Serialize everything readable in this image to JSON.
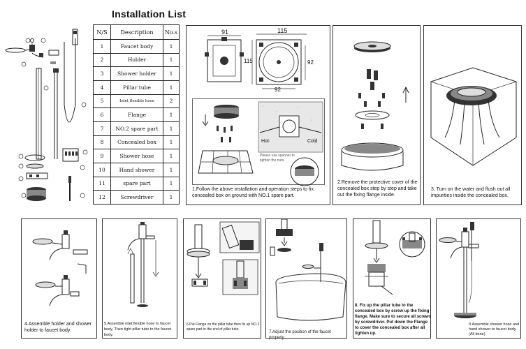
{
  "title": "Installation List",
  "table": {
    "headers": [
      "N/S",
      "Description",
      "No.s"
    ],
    "rows": [
      [
        "1",
        "Faucet body",
        "1"
      ],
      [
        "2",
        "Holder",
        "1"
      ],
      [
        "3",
        "Shower holder",
        "1"
      ],
      [
        "4",
        "Pillar tube",
        "1"
      ],
      [
        "5",
        "Inlet flexible hose",
        "2"
      ],
      [
        "6",
        "Flange",
        "1"
      ],
      [
        "7",
        "NO.2 spare part",
        "1"
      ],
      [
        "8",
        "Concealed box",
        "1"
      ],
      [
        "9",
        "Shower hose",
        "1"
      ],
      [
        "10",
        "Hand shower",
        "1"
      ],
      [
        "11",
        "spare part",
        "1"
      ],
      [
        "12",
        "Screwdriver",
        "1"
      ]
    ]
  },
  "dimensions": {
    "d91": "91",
    "d115_top": "115",
    "d115_side": "115",
    "d92_side": "92",
    "d92_bottom": "92"
  },
  "labels": {
    "hot": "Hot",
    "cold": "Cold",
    "spanner_note": "Please use spanner to tighten the nuts."
  },
  "captions": {
    "step1": "1.Follow the above installation and operation steps to fix concealed box on ground with NO.1 spare part.",
    "step2": "2.Remove the protective cover of the concealed box step by step and take out the fixing flange inside.",
    "step3": "3. Turn on the water and flush out all impurities inside the concealed box.",
    "step4": "4.Assemble holder and shower holder to faucet body.",
    "step5": "5.Assemble inlet flexible hose to faucet body, Then tight pillar tube to the faucet body.",
    "step6": "6.Put Flange on the pillar tube then fix up NO.2 spare part in the end of pillar tube.",
    "step7": "7.Adjust the position of the faucet properly",
    "step8": "8. Fix up the pillar tube to the concealed box by screw up the fixing flange. Make sure to secure all screws by screwdriver. Put down the Flange to cover the concealed box after all tighten up.",
    "step9": "9.Assemble shower hose and hand shower to faucet body.(All done)"
  }
}
